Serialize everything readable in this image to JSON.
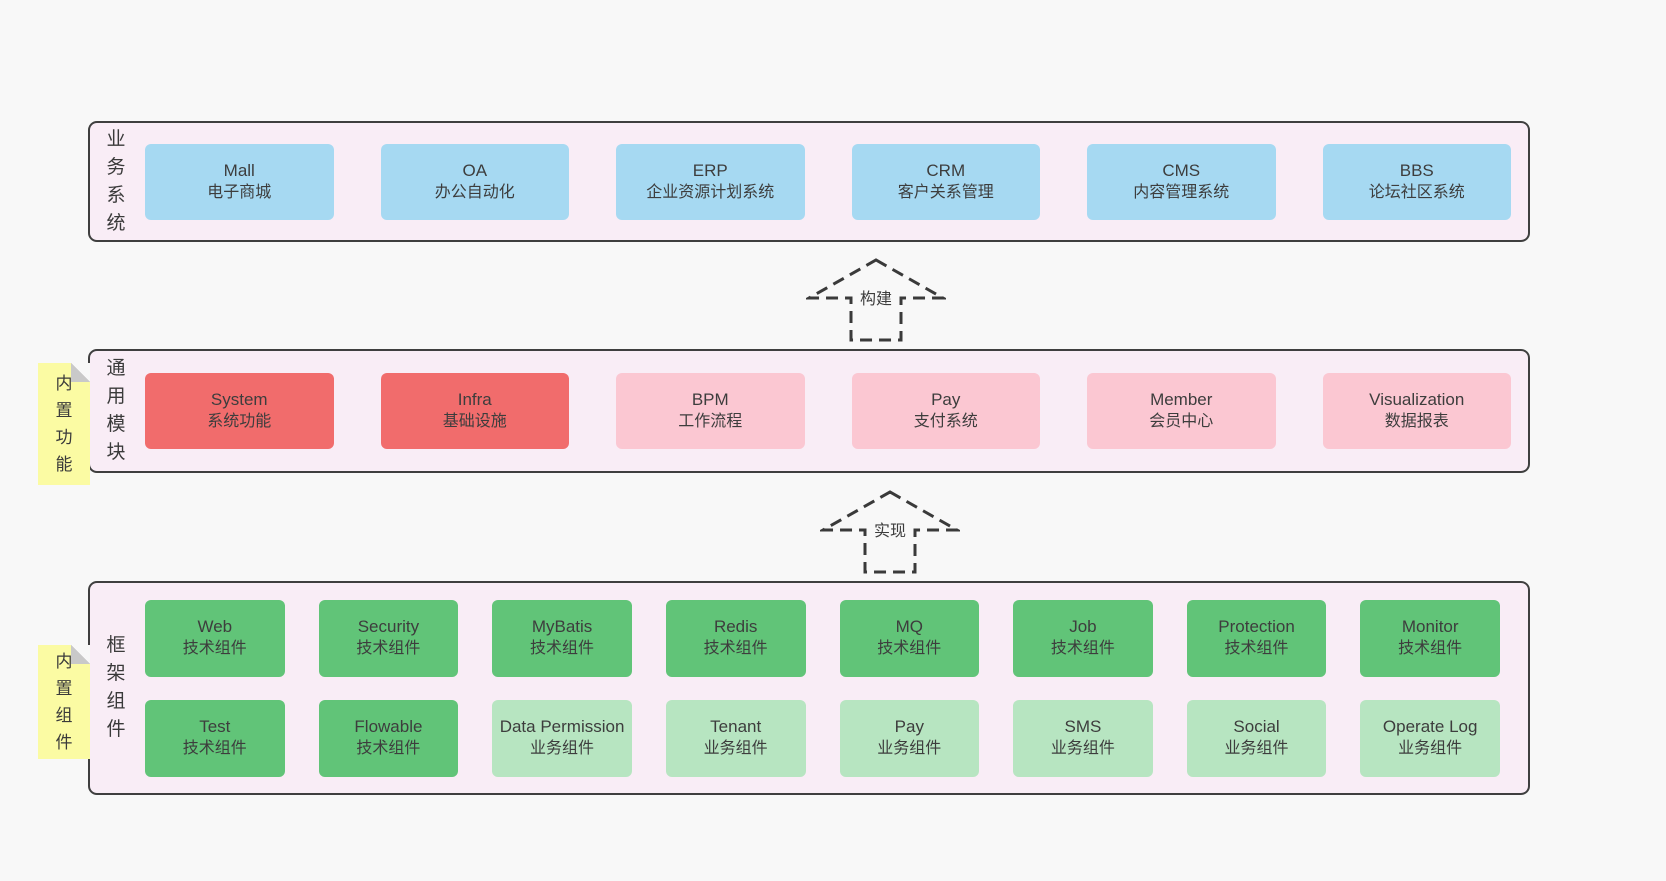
{
  "diagram": {
    "colors": {
      "page_background": "#f8f8f8",
      "container_fill": "#f9edf6",
      "container_border": "#3f3f3f",
      "box_blue": "#a6d9f2",
      "box_red": "#f16c6c",
      "box_pink": "#fbc7d2",
      "box_green": "#61c478",
      "box_green_light": "#b7e5c1",
      "sticky_yellow": "#fbfba3",
      "sticky_fold_gray": "#c9c9c9",
      "text": "#3d3d3d"
    },
    "arrows": [
      {
        "label": "构建"
      },
      {
        "label": "实现"
      }
    ],
    "sections": {
      "business": {
        "label": "业务系统",
        "boxes": [
          {
            "name": "Mall",
            "subtitle": "电子商城",
            "tone": "blue"
          },
          {
            "name": "OA",
            "subtitle": "办公自动化",
            "tone": "blue"
          },
          {
            "name": "ERP",
            "subtitle": "企业资源计划系统",
            "tone": "blue"
          },
          {
            "name": "CRM",
            "subtitle": "客户关系管理",
            "tone": "blue"
          },
          {
            "name": "CMS",
            "subtitle": "内容管理系统",
            "tone": "blue"
          },
          {
            "name": "BBS",
            "subtitle": "论坛社区系统",
            "tone": "blue"
          }
        ]
      },
      "modules": {
        "label": "通用模块",
        "sticky": "内置功能",
        "boxes": [
          {
            "name": "System",
            "subtitle": "系统功能",
            "tone": "red"
          },
          {
            "name": "Infra",
            "subtitle": "基础设施",
            "tone": "red"
          },
          {
            "name": "BPM",
            "subtitle": "工作流程",
            "tone": "pink"
          },
          {
            "name": "Pay",
            "subtitle": "支付系统",
            "tone": "pink"
          },
          {
            "name": "Member",
            "subtitle": "会员中心",
            "tone": "pink"
          },
          {
            "name": "Visualization",
            "subtitle": "数据报表",
            "tone": "pink"
          }
        ]
      },
      "components": {
        "label": "框架组件",
        "sticky": "内置组件",
        "rows": [
          [
            {
              "name": "Web",
              "subtitle": "技术组件",
              "tone": "green"
            },
            {
              "name": "Security",
              "subtitle": "技术组件",
              "tone": "green"
            },
            {
              "name": "MyBatis",
              "subtitle": "技术组件",
              "tone": "green"
            },
            {
              "name": "Redis",
              "subtitle": "技术组件",
              "tone": "green"
            },
            {
              "name": "MQ",
              "subtitle": "技术组件",
              "tone": "green"
            },
            {
              "name": "Job",
              "subtitle": "技术组件",
              "tone": "green"
            },
            {
              "name": "Protection",
              "subtitle": "技术组件",
              "tone": "green"
            },
            {
              "name": "Monitor",
              "subtitle": "技术组件",
              "tone": "green"
            }
          ],
          [
            {
              "name": "Test",
              "subtitle": "技术组件",
              "tone": "green"
            },
            {
              "name": "Flowable",
              "subtitle": "技术组件",
              "tone": "green"
            },
            {
              "name": "Data Permission",
              "subtitle": "业务组件",
              "tone": "green-light"
            },
            {
              "name": "Tenant",
              "subtitle": "业务组件",
              "tone": "green-light"
            },
            {
              "name": "Pay",
              "subtitle": "业务组件",
              "tone": "green-light"
            },
            {
              "name": "SMS",
              "subtitle": "业务组件",
              "tone": "green-light"
            },
            {
              "name": "Social",
              "subtitle": "业务组件",
              "tone": "green-light"
            },
            {
              "name": "Operate Log",
              "subtitle": "业务组件",
              "tone": "green-light"
            }
          ]
        ]
      }
    }
  }
}
